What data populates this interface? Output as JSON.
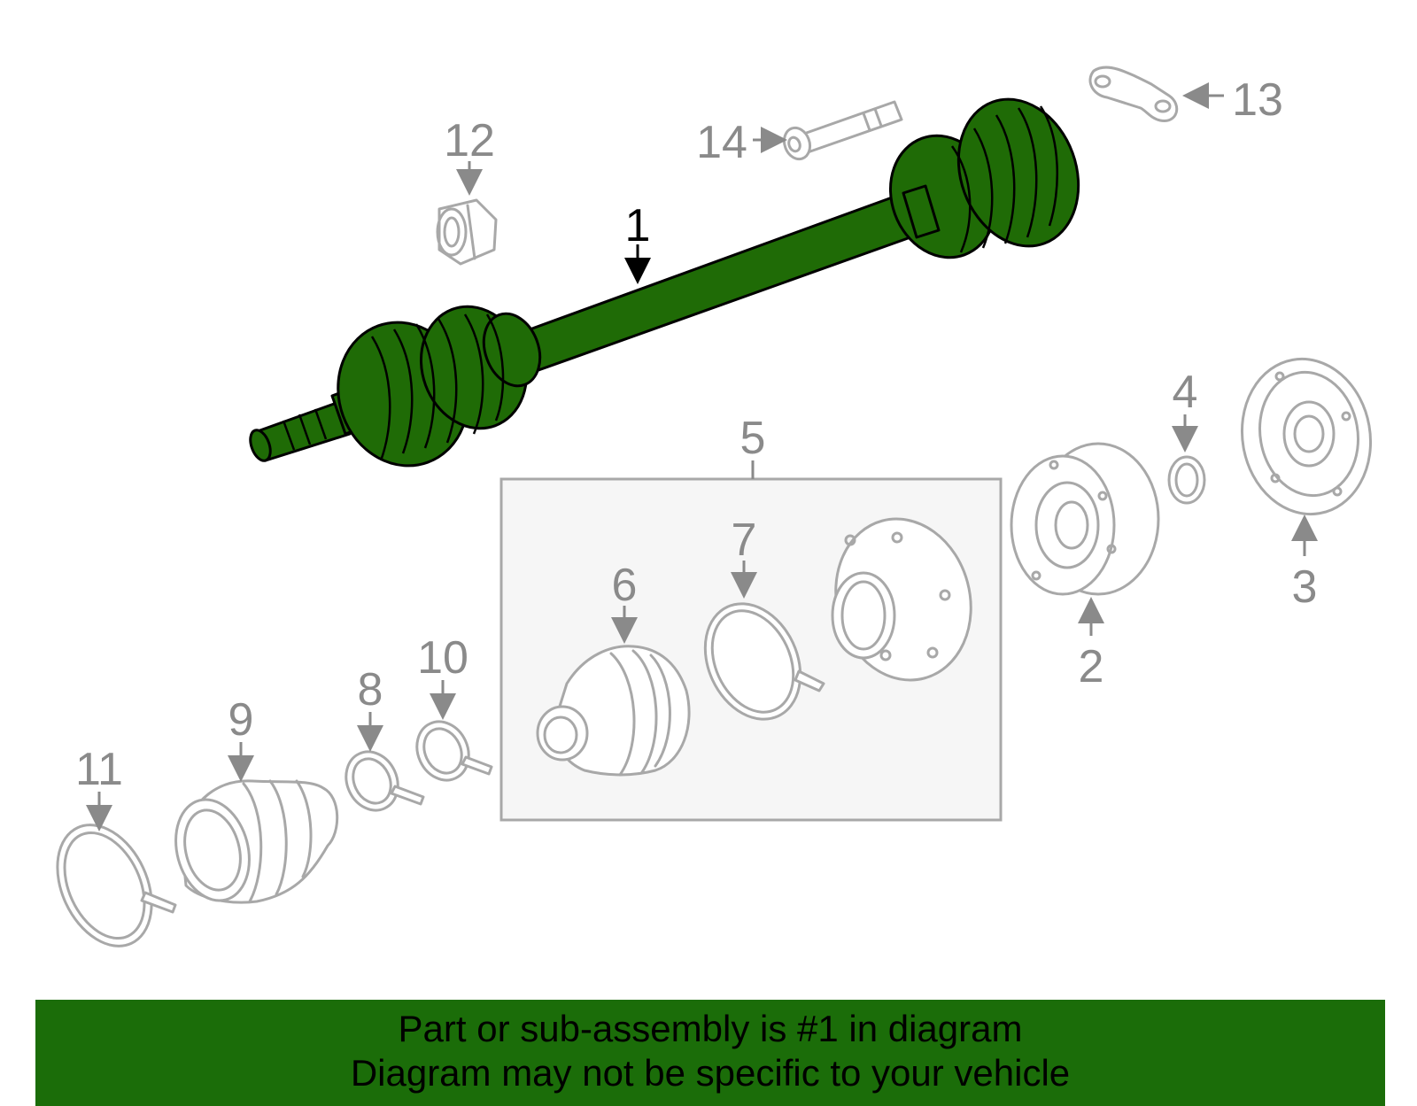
{
  "callouts": {
    "c1": "1",
    "c2": "2",
    "c3": "3",
    "c4": "4",
    "c5": "5",
    "c6": "6",
    "c7": "7",
    "c8": "8",
    "c9": "9",
    "c10": "10",
    "c11": "11",
    "c12": "12",
    "c13": "13",
    "c14": "14"
  },
  "highlighted_part": "1",
  "colors": {
    "highlight": "#1f6b06",
    "banner": "#1b6d09",
    "outline": "#a8a8a8"
  },
  "banner": {
    "line1": "Part or sub-assembly is #1 in diagram",
    "line2": "Diagram may not be specific to your vehicle"
  }
}
